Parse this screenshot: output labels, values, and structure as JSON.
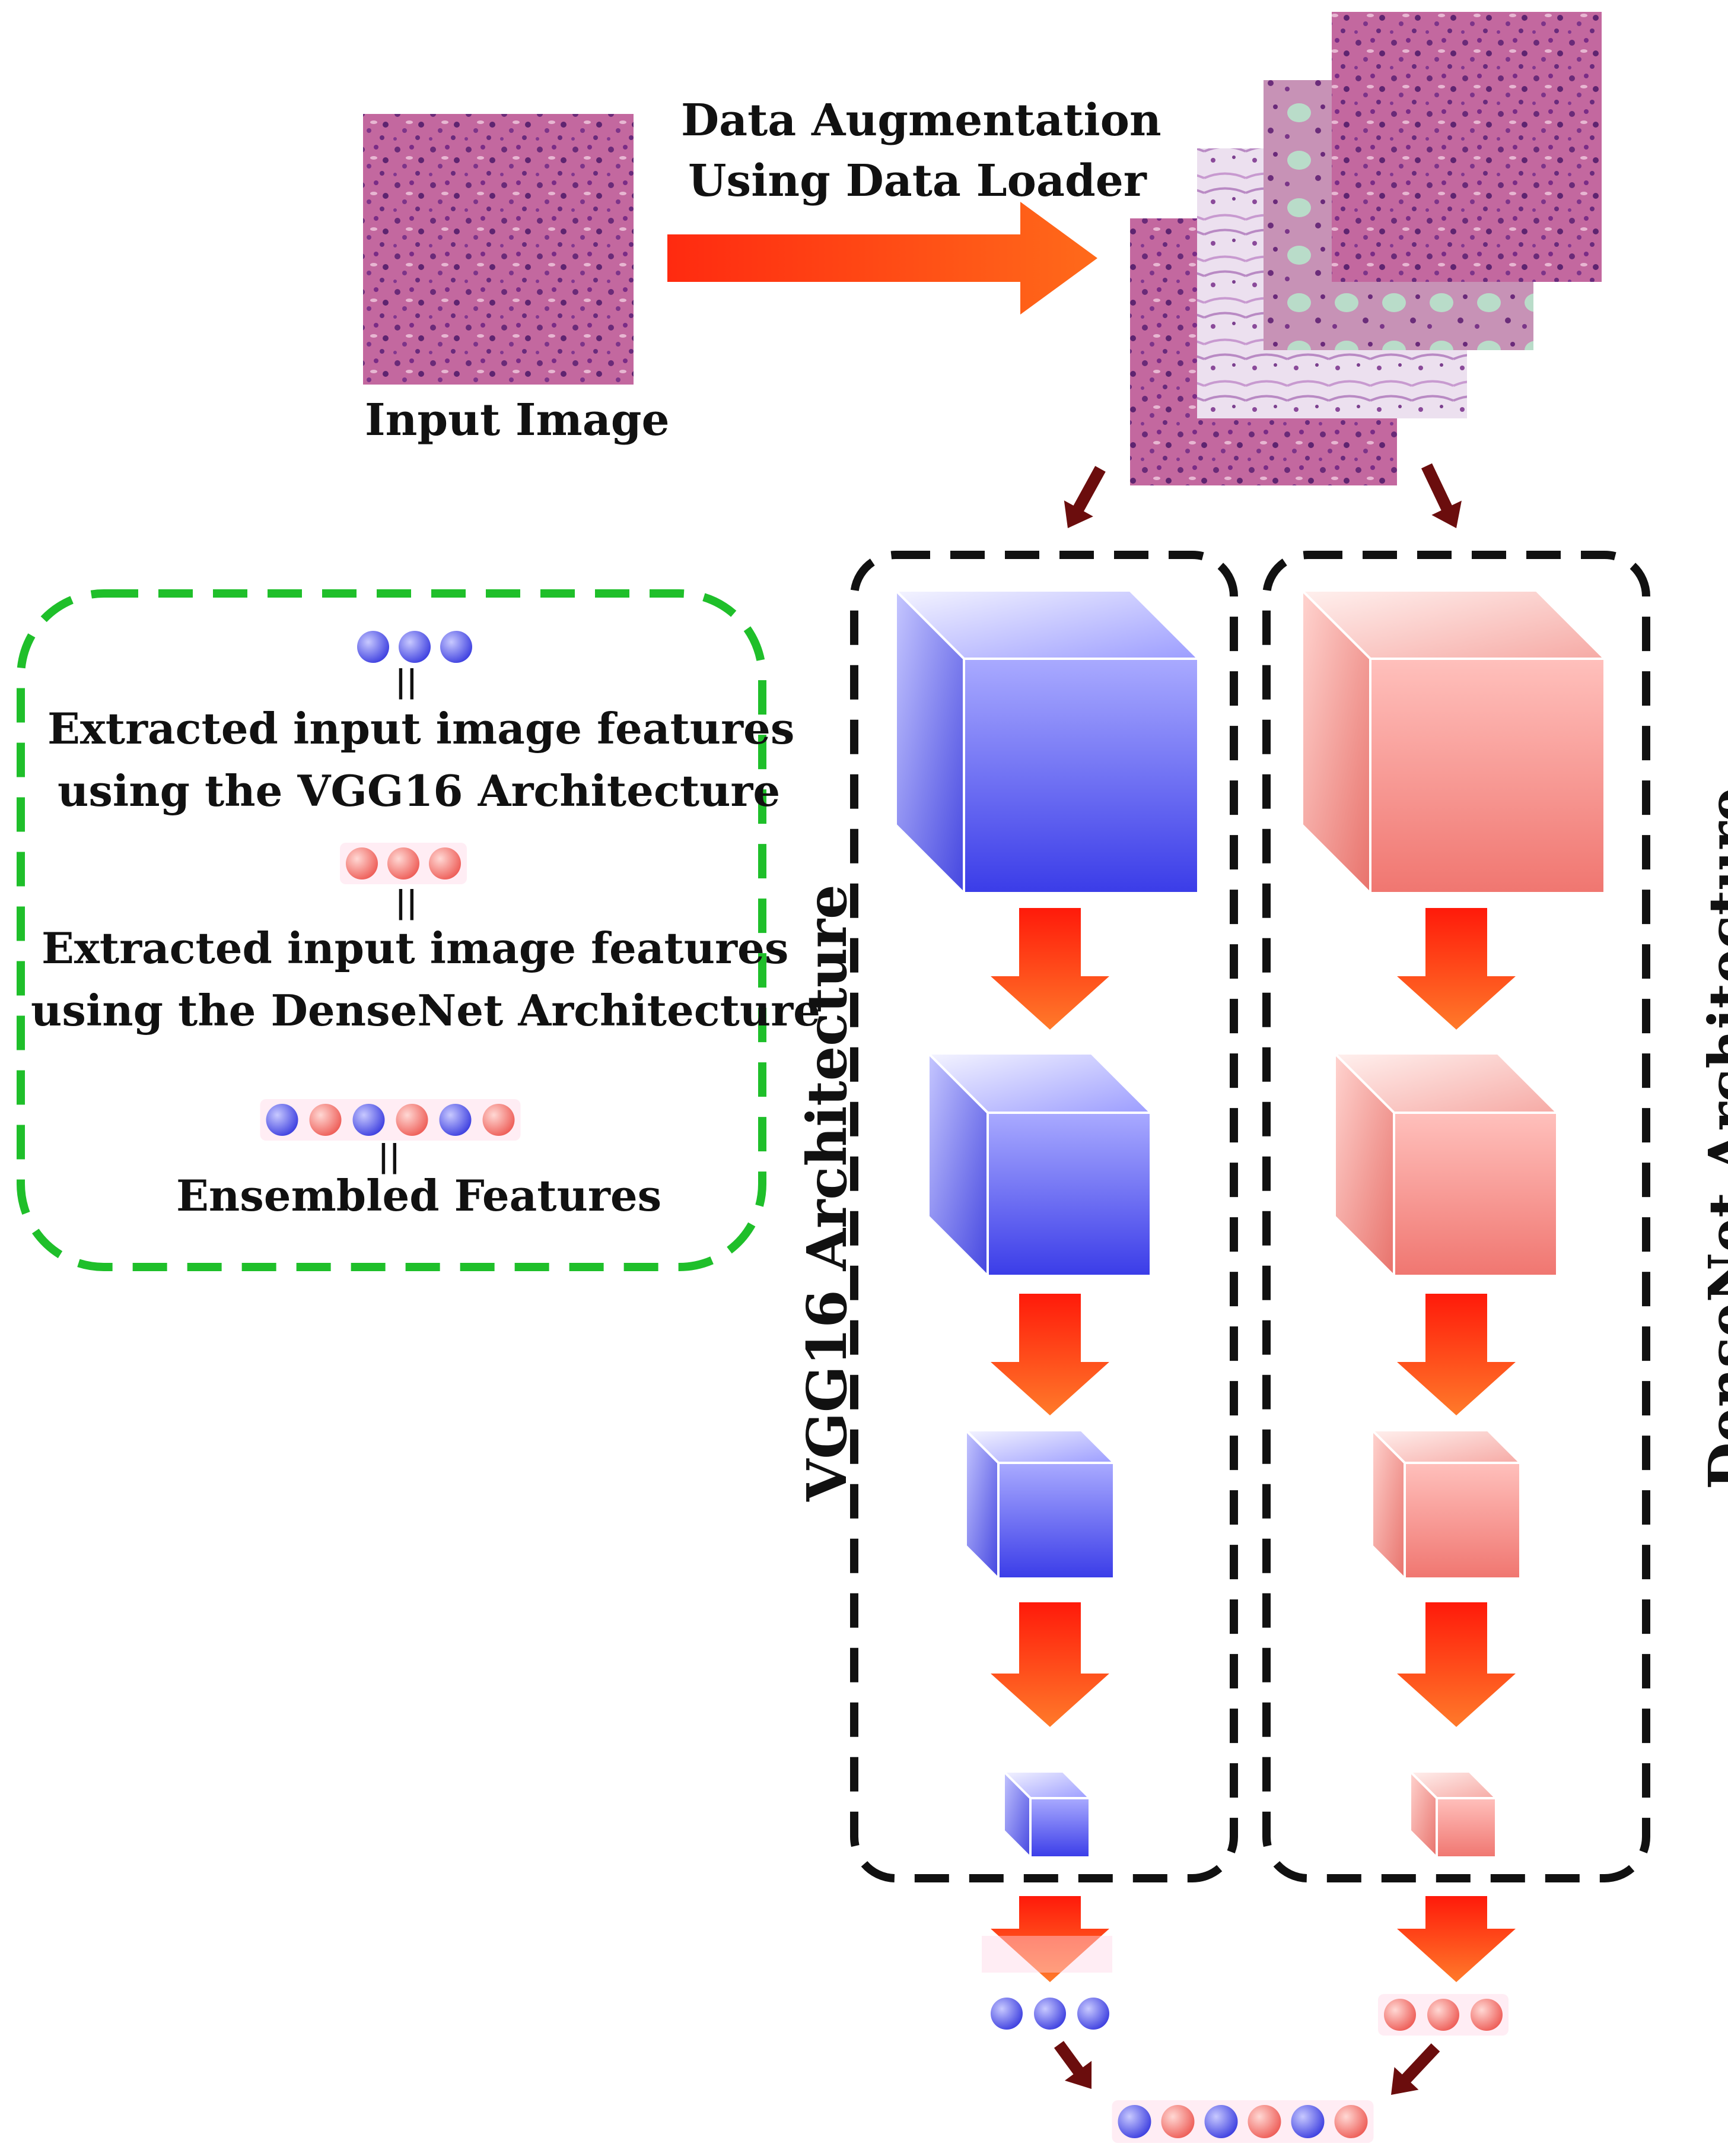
{
  "input_image": {
    "label": "Input Image"
  },
  "augmentation": {
    "line1": "Data Augmentation",
    "line2": "Using Data Loader"
  },
  "legend": {
    "vgg_text_line1": "Extracted input image features",
    "vgg_text_line2": "using the VGG16 Architecture",
    "dense_text_line1": "Extracted input image features",
    "dense_text_line2": "using the DenseNet Architecture",
    "ensemble_text": "Ensembled Features",
    "equals_symbol": "||"
  },
  "branches": {
    "vgg": {
      "label": "VGG16 Architecture",
      "color": "#5a5cf0",
      "light_color": "#c8c9ff",
      "cube_count": 4
    },
    "densenet": {
      "label": "DenseNet Architecture",
      "color": "#f07a78",
      "light_color": "#ffd0cc",
      "cube_count": 4
    }
  },
  "colors": {
    "flow_arrow": "#ff3a1a",
    "flow_arrow_light": "#ff7a2a",
    "down_arrow": "#6b0d0d",
    "legend_border": "#1fbf2a",
    "branch_border": "#111111",
    "tissue": "#b0508e"
  }
}
